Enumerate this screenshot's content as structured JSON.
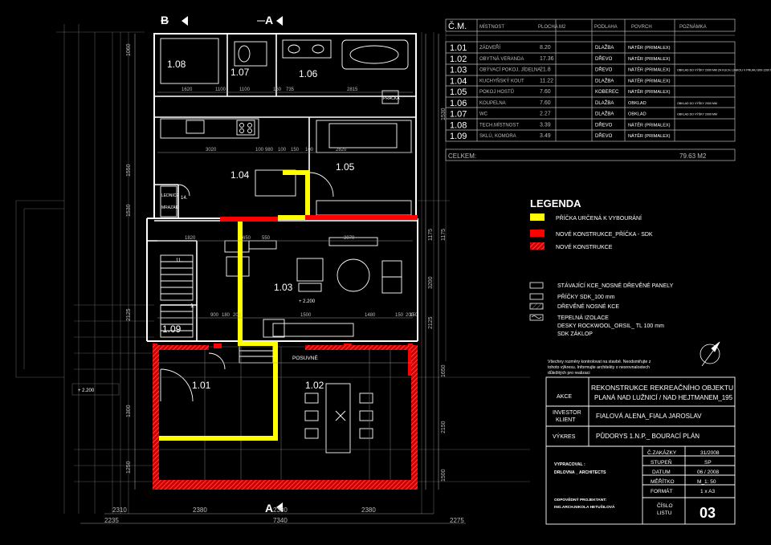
{
  "plan": {
    "section_marks": {
      "b_top": "B",
      "a_top": "A",
      "a_bottom": "A"
    },
    "rooms": [
      {
        "id": "1.08"
      },
      {
        "id": "1.07"
      },
      {
        "id": "1.06"
      },
      {
        "id": "1.04"
      },
      {
        "id": "1.05"
      },
      {
        "id": "1.03"
      },
      {
        "id": "1.09"
      },
      {
        "id": "1.01"
      },
      {
        "id": "1.02"
      }
    ],
    "labels": {
      "posuvne": "POSUVNÉ",
      "lednice": "LEDNICE",
      "mrazak": "MRAZÁK",
      "pracka": "PRÁČKA",
      "level_a": "+ 2.200",
      "level_b": "+ 2.200",
      "n14": "14.",
      "n11": "11.",
      "n1": "1."
    },
    "dims_bottom_row1": [
      "2310",
      "2380",
      "2380",
      "2380"
    ],
    "dims_bottom_row2": [
      "2235",
      "7340",
      "2275"
    ],
    "dims_top": [
      "1620",
      "1100",
      "1100",
      "160",
      "735",
      "2815"
    ],
    "dims_mid": [
      "3020",
      "100",
      "980",
      "100",
      "150",
      "100",
      "2820"
    ],
    "dims_living": [
      "1820",
      "650",
      "550",
      "3070"
    ],
    "dims_low": [
      "900",
      "180",
      "200",
      "1500",
      "1480",
      "150",
      "200",
      "150"
    ],
    "dims_left": [
      "1060",
      "1550",
      "1530",
      "2125",
      "1300",
      "1250"
    ],
    "dims_right": [
      "3200",
      "1175",
      "2125",
      "1530",
      "1175",
      "1650",
      "2150",
      "1500"
    ]
  },
  "room_table": {
    "headers": [
      "Č.M.",
      "MÍSTNOST",
      "PLOCHA  M2",
      "PODLAHA",
      "POVRCH",
      "POZNÁMKA"
    ],
    "rows": [
      {
        "num": "1.01",
        "name": "ZÁDVEŘÍ",
        "area": "8.20",
        "floor": "DLAŽBA",
        "surface": "NÁTĚR   (PRIMALEX)",
        "note": ""
      },
      {
        "num": "1.02",
        "name": "OBYTNÁ VERANDA",
        "area": "17.36",
        "floor": "DŘEVO",
        "surface": "NÁTĚR   (PRIMALEX)",
        "note": ""
      },
      {
        "num": "1.03",
        "name": "OBÝVACÍ POKOJ, JÍDELNA",
        "area": "21.8",
        "floor": "DŘEVO",
        "surface": "NÁTĚR   (PRIMALEX)",
        "note": "OBKLAD DO VÝŠKY 2000 MM ZA KUCH. LINKOU V PRUHU 600-1200 MM"
      },
      {
        "num": "1.04",
        "name": "KUCHYŇSKÝ KOUT",
        "area": "11.22",
        "floor": "DLAŽBA",
        "surface": "NÁTĚR   (PRIMALEX)",
        "note": ""
      },
      {
        "num": "1.05",
        "name": "POKOJ HOSTŮ",
        "area": "7.60",
        "floor": "KOBEREC",
        "surface": "NÁTĚR   (PRIMALEX)",
        "note": ""
      },
      {
        "num": "1.06",
        "name": "KOUPELNA",
        "area": "7.60",
        "floor": "DLAŽBA",
        "surface": "OBKLAD",
        "note": "OBKLAD DO VÝŠKY 2000 MM"
      },
      {
        "num": "1.07",
        "name": "WC",
        "area": "2.27",
        "floor": "DLAŽBA",
        "surface": "OBKLAD",
        "note": "OBKLAD DO VÝŠKY 2000 MM"
      },
      {
        "num": "1.08",
        "name": "TECH.MÍSTNOST",
        "area": "3.39",
        "floor": "DŘEVO",
        "surface": "NÁTĚR   (PRIMALEX)",
        "note": ""
      },
      {
        "num": "1.09",
        "name": "SKLÚ, KOMORA",
        "area": "3.49",
        "floor": "DŘEVO",
        "surface": "NÁTĚR   (PRIMALEX)",
        "note": ""
      }
    ],
    "total_label": "CELKEM:",
    "total_value": "79.63  M2"
  },
  "legend": {
    "title": "LEGENDA",
    "items": [
      {
        "label": "PŘÍČKA URČENÁ K VYBOURÁNÍ",
        "color": "#ffff00",
        "style": "solid"
      },
      {
        "label": "NOVÉ KONSTRUKCE_PŘÍČKA - SDK",
        "color": "#ff0000",
        "style": "solid"
      },
      {
        "label": "NOVÉ KONSTRUKCE",
        "color": "#ff0000",
        "style": "hatch"
      }
    ],
    "materials": [
      "STÁVAJÍCÍ KCE_NOSNÉ DŘEVĚNÉ PANELY",
      "PŘÍČKY  SDK_100 mm",
      "DŘEVĚNÉ NOSNÉ  KCE",
      "TEPELNÁ IZOLACE",
      "DESKY ROCKWOOL_ORSIL_ TL 100 mm",
      "SDK ZÁKLOP"
    ]
  },
  "note": [
    "Všechny rozměry kontrolovat na stavbě. Neodsmiřujte z",
    "tohoto výkresu. Informujte architekty o nesrovnalostech",
    "důležitých pro realizaci"
  ],
  "title_block": {
    "akce_label": "AKCE",
    "akce_lines": [
      "REKONSTRUKCE  REKREAČNÍHO OBJEKTU",
      "PLANÁ NAD LUŽNICÍ / NAD HEJTMANEM_195"
    ],
    "investor_label": "INVESTOR",
    "klient_label": "KLIENT",
    "investor_value": "FIALOVÁ ALENA_FIALA JAROSLAV",
    "vykres_label": "VÝKRES",
    "vykres_value": "PŮDORYS 1.N.P._ BOURACÍ PLÁN",
    "vypracoval_label": "VYPRACOVAL :",
    "vypracoval_value": "DRLOVNA _ ARCHITECTS",
    "odpovedny_label": "ODPOVĚDNÝ PROJEKTANT:",
    "odpovedny_value": "ING.ARCH.NIKOLA HETUŠILOVÁ",
    "fields": [
      {
        "label": "Č.ZAKÁZKY",
        "value": "31/2008"
      },
      {
        "label": "STUPEŇ",
        "value": "SP"
      },
      {
        "label": "DATUM",
        "value": "06 / 2008"
      },
      {
        "label": "MĚŘÍTKO",
        "value": "M_1: 50"
      },
      {
        "label": "FORMÁT",
        "value": "1 x A3"
      }
    ],
    "sheet_label_1": "ČÍSLO",
    "sheet_label_2": "LISTU",
    "sheet_value": "03"
  }
}
